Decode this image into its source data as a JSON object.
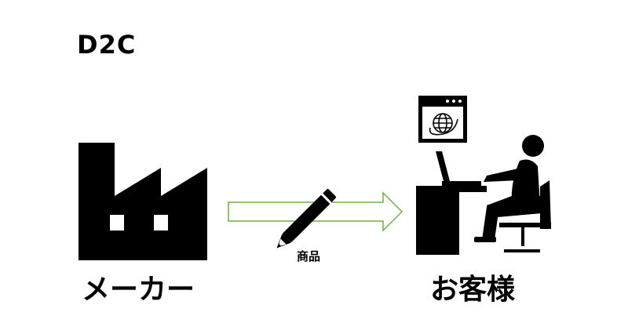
{
  "title": "D2C",
  "labels": {
    "maker": "メーカー",
    "product": "商品",
    "customer": "お客様"
  },
  "colors": {
    "arrow_outline": "#70ad47",
    "icon_fill": "#000000",
    "background": "#ffffff"
  },
  "icons": {
    "maker": "factory-icon",
    "product": "pencil-icon",
    "customer": "person-at-computer-icon",
    "web": "browser-globe-icon"
  }
}
